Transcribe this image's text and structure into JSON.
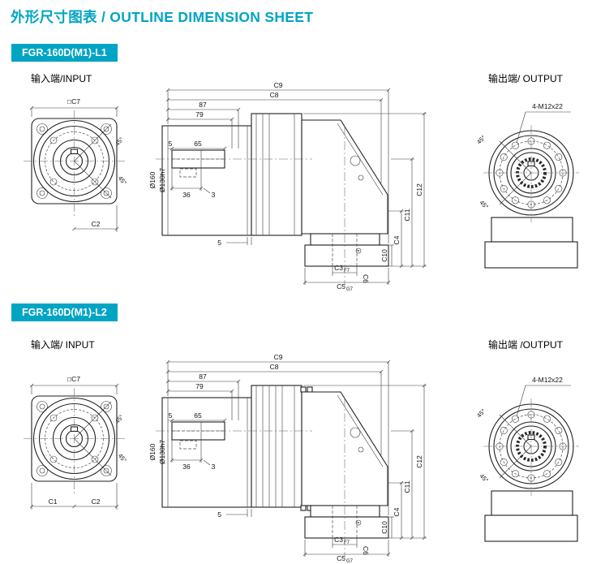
{
  "page": {
    "title": "外形尺寸图表 / OUTLINE DIMENSION SHEET"
  },
  "colors": {
    "accent": "#00a5c3",
    "line": "#1f1f1f"
  },
  "sections": {
    "l1": {
      "model": "FGR-160D(M1)-L1",
      "input_label": "输入端/INPUT",
      "output_label": "输出端/ OUTPUT"
    },
    "l2": {
      "model": "FGR-160D(M1)-L2",
      "input_label": "输入端/ INPUT",
      "output_label": "输出端 /OUTPUT"
    }
  },
  "dims": {
    "c9": "C9",
    "c8": "C8",
    "len87": "87",
    "len79": "79",
    "len5": "5",
    "len65": "65",
    "len36": "36",
    "len3": "3",
    "dia160": "Ø160",
    "dia130": "Ø130h7",
    "c12": "C12",
    "c11": "C11",
    "c4": "C4",
    "c10": "C10",
    "c3": "C3",
    "c3_tol": "F7",
    "c6": "C6",
    "c5": "C5",
    "c5_tol": "G7",
    "plate5": "5",
    "c7": "□C7",
    "c1": "C1",
    "c2": "C2",
    "angle45": "45°",
    "bolt_spec": "4-M12x22"
  }
}
